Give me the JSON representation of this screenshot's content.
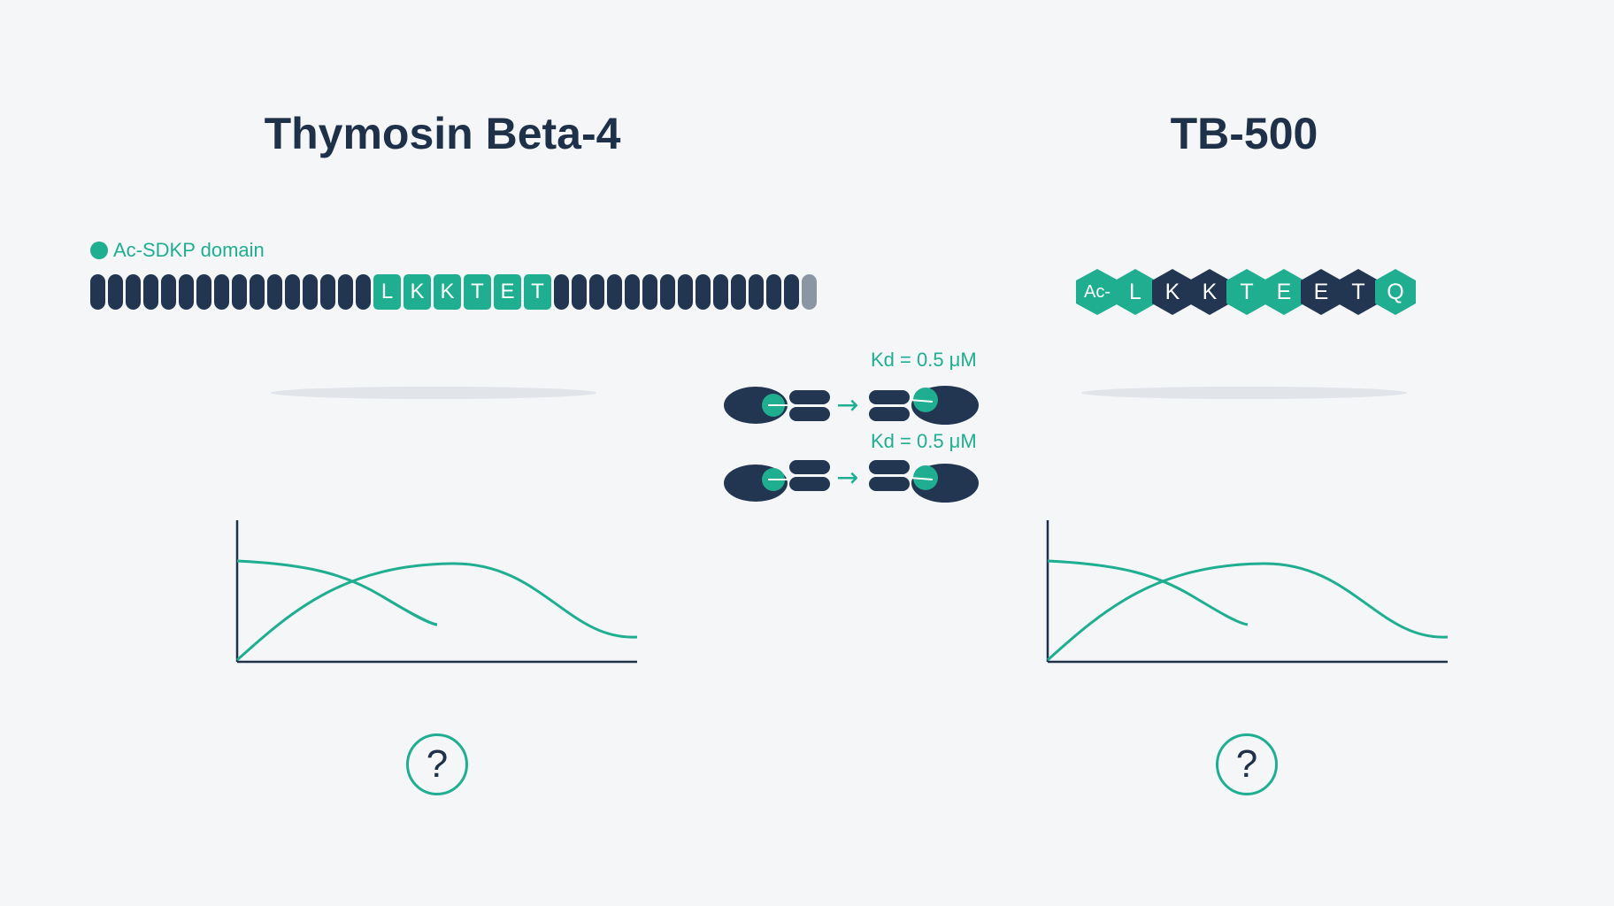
{
  "left_title": "Thymosin Beta-4",
  "right_title": "TB-500",
  "legend_label": "Ac-SDKP domain",
  "sequence_strip": {
    "leading_count": 16,
    "highlighted": [
      "L",
      "K",
      "K",
      "T",
      "E",
      "T"
    ],
    "trailing_count": 15
  },
  "tb500_chain": [
    {
      "label": "Ac-",
      "tone": "teal"
    },
    {
      "label": "L",
      "tone": "teal"
    },
    {
      "label": "K",
      "tone": "navy"
    },
    {
      "label": "K",
      "tone": "navy"
    },
    {
      "label": "T",
      "tone": "teal"
    },
    {
      "label": "E",
      "tone": "teal"
    },
    {
      "label": "E",
      "tone": "navy"
    },
    {
      "label": "T",
      "tone": "navy"
    },
    {
      "label": "Q",
      "tone": "teal"
    }
  ],
  "kd_labels": [
    "Kd = 0.5 μM",
    "Kd = 0.5 μM"
  ],
  "binding_arrow": "→",
  "question_mark": "?",
  "colors": {
    "teal": "#1fae90",
    "navy": "#223652",
    "title": "#1f3148",
    "background": "#f4f6f8",
    "shadow": "#e1e5ea"
  }
}
